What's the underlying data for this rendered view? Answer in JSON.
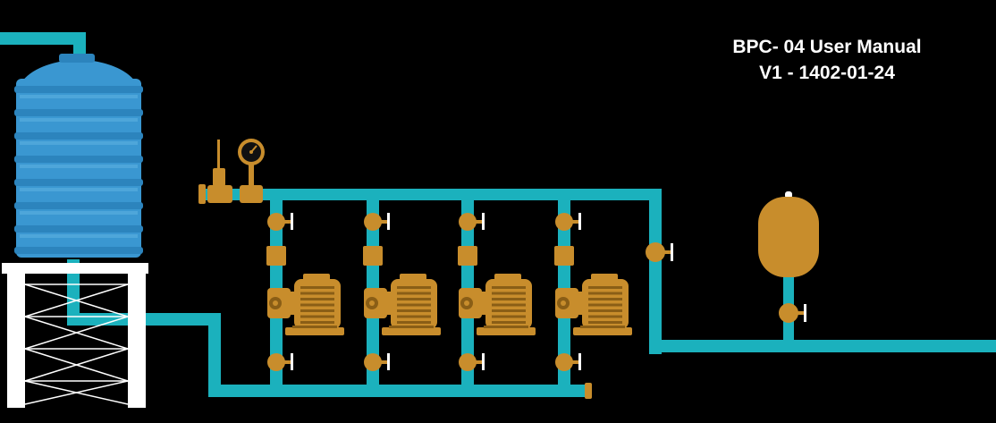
{
  "title": {
    "line1": "BPC- 04 User Manual",
    "line2": "V1 - 1402-01-24"
  },
  "colors": {
    "background": "#000000",
    "pipe": "#1bb1bd",
    "brass": "#c88d2c",
    "brass_dark": "#8a5e16",
    "tank": "#3a97d1",
    "tank_band": "#2c84bd",
    "stand": "#ffffff"
  },
  "diagram": {
    "pump_count": 4,
    "components": [
      "water-tank",
      "tank-stand",
      "pressure-gauge",
      "air-vent",
      "booster-pumps",
      "pressure-vessel",
      "outlet-pipe"
    ]
  }
}
